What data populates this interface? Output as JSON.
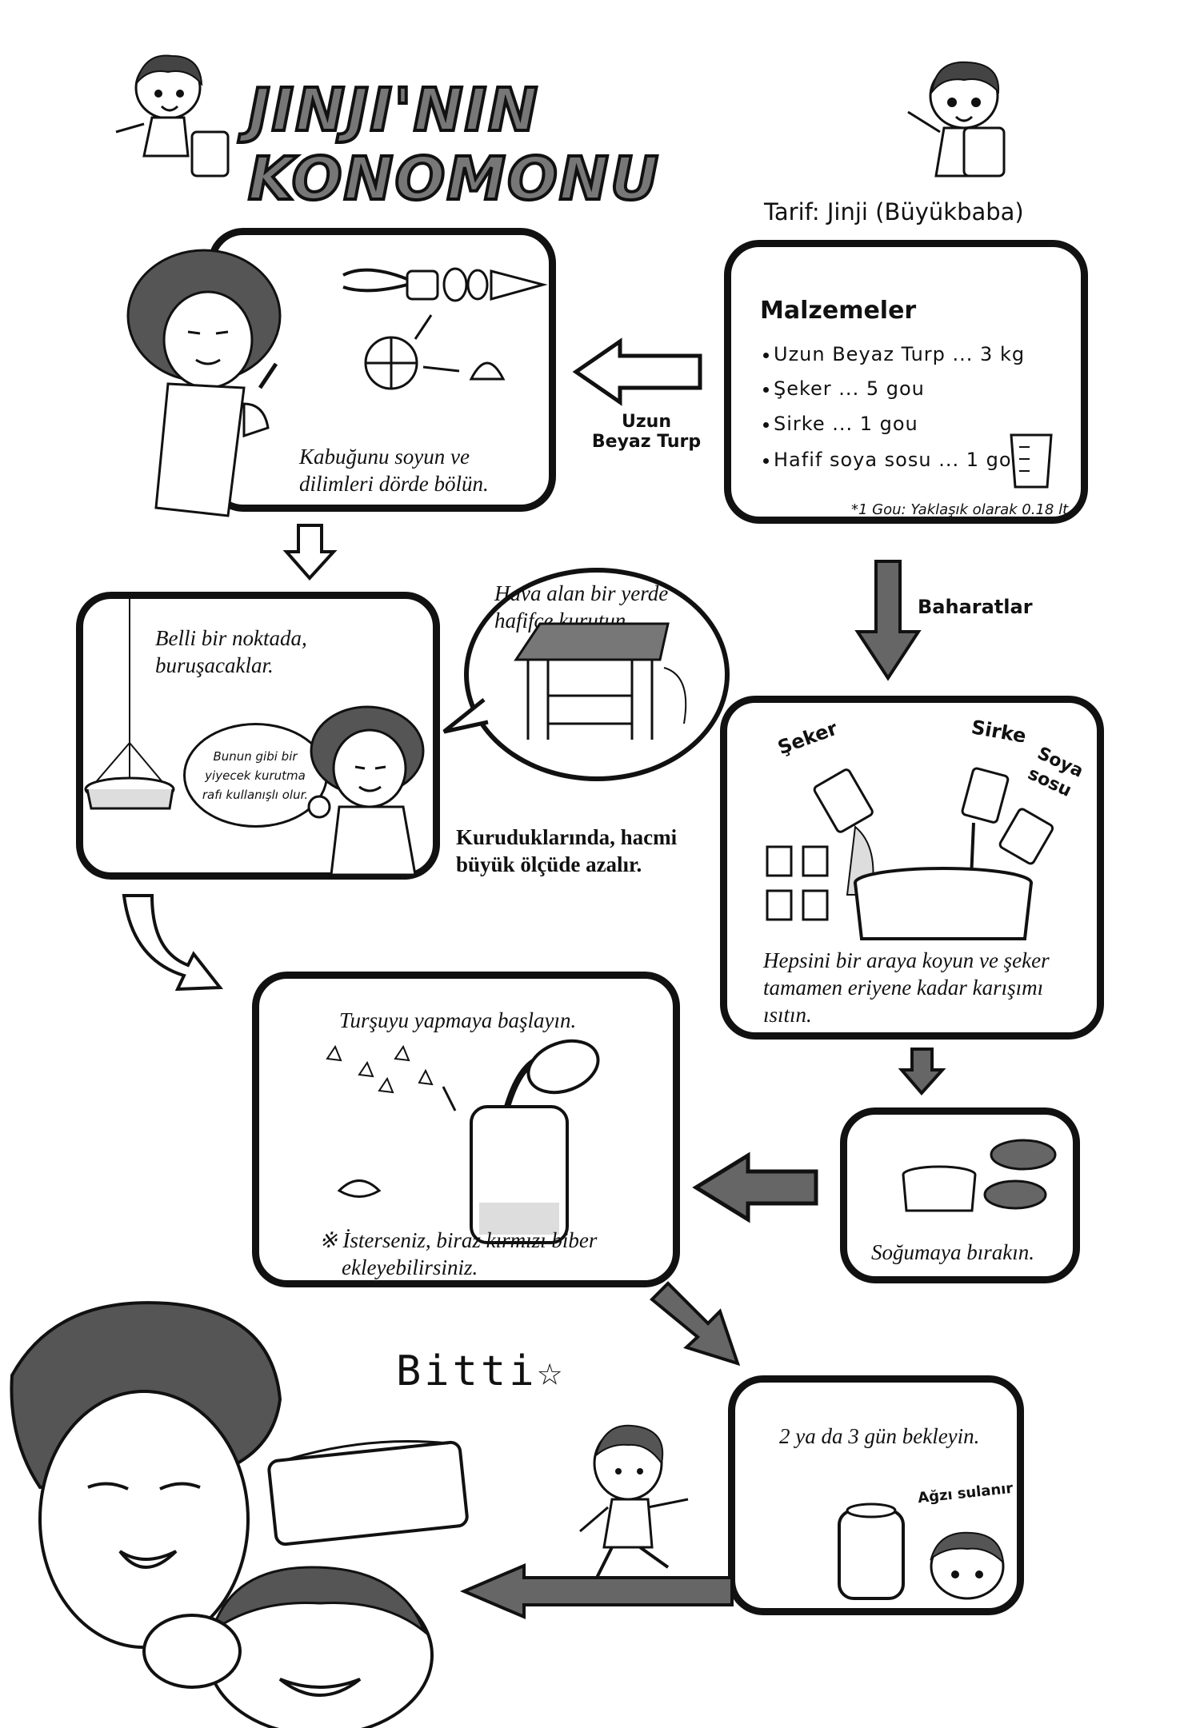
{
  "header": {
    "title": "JINJI'NIN KONOMONU",
    "credit": "Tarif: Jinji (Büyükbaba)"
  },
  "ingredients": {
    "heading": "Malzemeler",
    "items": [
      "Uzun Beyaz Turp ... 3 kg",
      "Şeker ... 5 gou",
      "Sirke ... 1 gou",
      "Hafif soya sosu ... 1 gou"
    ],
    "footnote": "*1 Gou: Yaklaşık olarak 0.18 lt."
  },
  "arrows": {
    "radish_label_line1": "Uzun",
    "radish_label_line2": "Beyaz Turp",
    "spices_label": "Baharatlar"
  },
  "steps": {
    "peel": {
      "line1": "Kabuğunu soyun ve",
      "line2": "dilimleri dörde bölün."
    },
    "wrinkle": {
      "line1": "Belli bir noktada,",
      "line2": "buruşacaklar."
    },
    "rack_bubble": {
      "line1": "Bunun gibi bir",
      "line2": "yiyecek kurutma",
      "line3": "rafı kullanışlı olur."
    },
    "dry_bubble": {
      "line1": "Hava alan bir yerde",
      "line2": "hafifçe kurutun."
    },
    "shrink": {
      "line1": "Kuruduklarında, hacmi",
      "line2": "büyük ölçüde azalır."
    },
    "heat": {
      "line1": "Hepsini bir araya koyun ve şeker",
      "line2": "tamamen eriyene kadar karışımı",
      "line3": "ısıtın."
    },
    "pickle": {
      "title": "Turşuyu yapmaya başlayın.",
      "note1": "※ İsterseniz, biraz kırmızı biber",
      "note2": "ekleyebilirsiniz."
    },
    "cool": {
      "text": "Soğumaya bırakın."
    },
    "wait": {
      "text": "2 ya da 3 gün bekleyin.",
      "sfx": "Ağzı sulanır"
    }
  },
  "pot_labels": {
    "sugar": "Şeker",
    "vinegar": "Sirke",
    "soy_line1": "Soya",
    "soy_line2": "sosu"
  },
  "ending": {
    "text": "Bitti☆"
  }
}
